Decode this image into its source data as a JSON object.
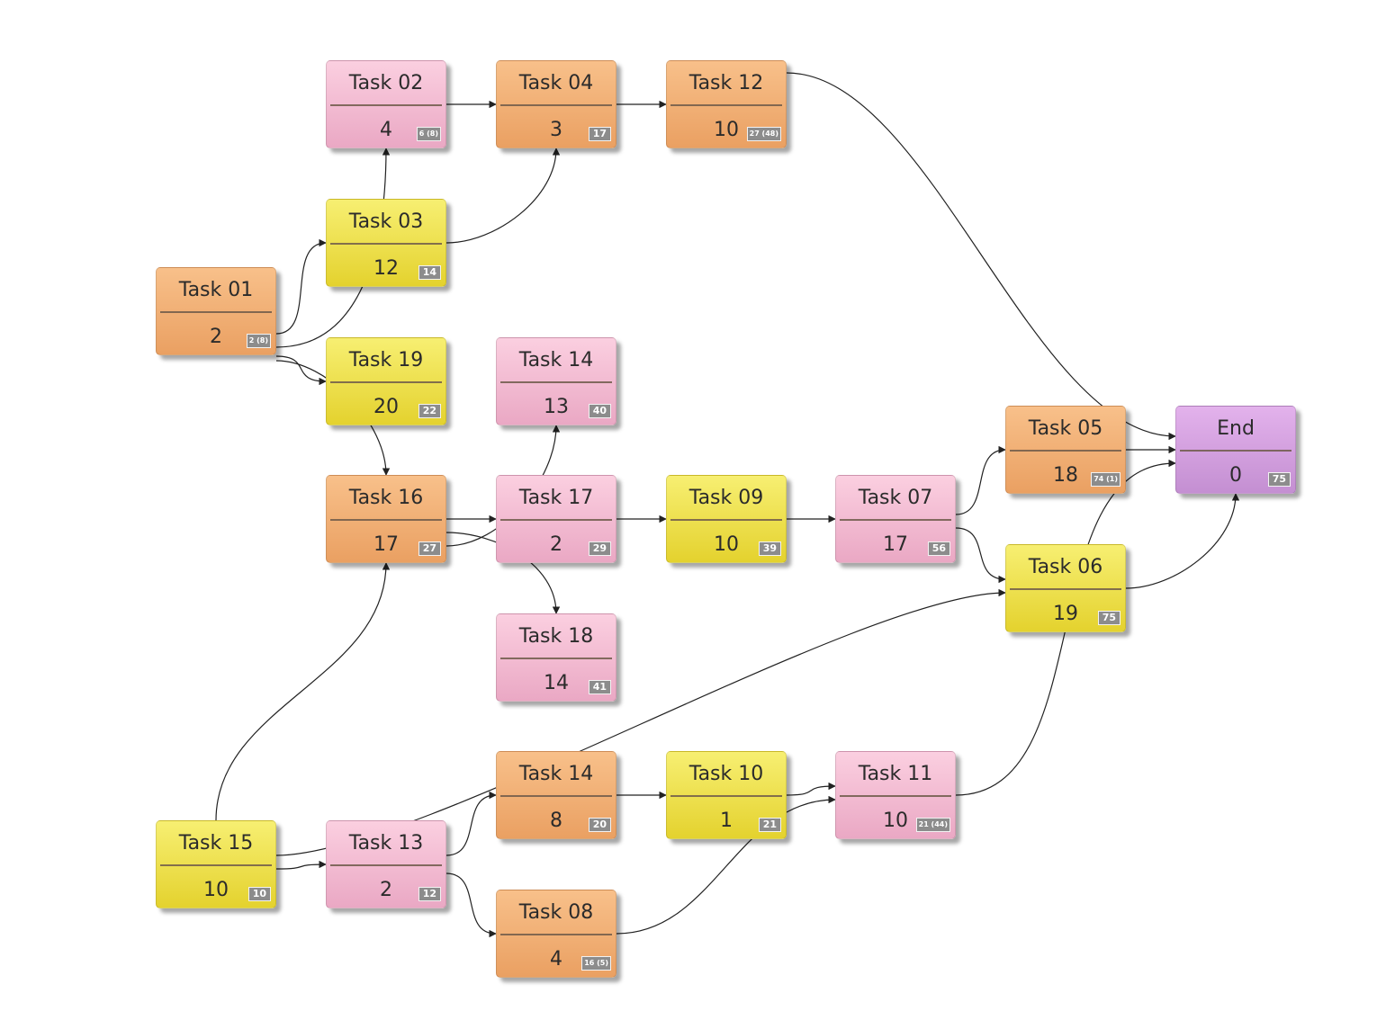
{
  "colors": {
    "orange": "#eaa062",
    "pink": "#eaa8c4",
    "yellow": "#e4d22e",
    "purple": "#c48fd2",
    "badge": "#8c8c8c",
    "connector": "#222222"
  },
  "nodes": [
    {
      "id": "t01",
      "title": "Task 01",
      "value": "2",
      "badge": "2 (8)",
      "color": "orange"
    },
    {
      "id": "t02",
      "title": "Task 02",
      "value": "4",
      "badge": "6 (8)",
      "color": "pink"
    },
    {
      "id": "t03",
      "title": "Task 03",
      "value": "12",
      "badge": "14",
      "color": "yellow"
    },
    {
      "id": "t19",
      "title": "Task 19",
      "value": "20",
      "badge": "22",
      "color": "yellow"
    },
    {
      "id": "t16",
      "title": "Task 16",
      "value": "17",
      "badge": "27",
      "color": "orange"
    },
    {
      "id": "t04",
      "title": "Task 04",
      "value": "3",
      "badge": "17",
      "color": "orange"
    },
    {
      "id": "t14a",
      "title": "Task 14",
      "value": "13",
      "badge": "40",
      "color": "pink"
    },
    {
      "id": "t17",
      "title": "Task 17",
      "value": "2",
      "badge": "29",
      "color": "pink"
    },
    {
      "id": "t18",
      "title": "Task 18",
      "value": "14",
      "badge": "41",
      "color": "pink"
    },
    {
      "id": "t12",
      "title": "Task 12",
      "value": "10",
      "badge": "27 (48)",
      "color": "orange"
    },
    {
      "id": "t09",
      "title": "Task 09",
      "value": "10",
      "badge": "39",
      "color": "yellow"
    },
    {
      "id": "t07",
      "title": "Task 07",
      "value": "17",
      "badge": "56",
      "color": "pink"
    },
    {
      "id": "t05",
      "title": "Task 05",
      "value": "18",
      "badge": "74 (1)",
      "color": "orange"
    },
    {
      "id": "t06",
      "title": "Task 06",
      "value": "19",
      "badge": "75",
      "color": "yellow"
    },
    {
      "id": "end",
      "title": "End",
      "value": "0",
      "badge": "75",
      "color": "purple"
    },
    {
      "id": "t15",
      "title": "Task 15",
      "value": "10",
      "badge": "10",
      "color": "yellow"
    },
    {
      "id": "t13",
      "title": "Task 13",
      "value": "2",
      "badge": "12",
      "color": "pink"
    },
    {
      "id": "t14b",
      "title": "Task 14",
      "value": "8",
      "badge": "20",
      "color": "orange"
    },
    {
      "id": "t08",
      "title": "Task 08",
      "value": "4",
      "badge": "16 (5)",
      "color": "orange"
    },
    {
      "id": "t10",
      "title": "Task 10",
      "value": "1",
      "badge": "21",
      "color": "yellow"
    },
    {
      "id": "t11",
      "title": "Task 11",
      "value": "10",
      "badge": "21 (44)",
      "color": "pink"
    }
  ],
  "edges": [
    {
      "from": "t01",
      "to": "t02"
    },
    {
      "from": "t01",
      "to": "t03"
    },
    {
      "from": "t01",
      "to": "t19"
    },
    {
      "from": "t01",
      "to": "t16"
    },
    {
      "from": "t02",
      "to": "t04"
    },
    {
      "from": "t03",
      "to": "t04"
    },
    {
      "from": "t04",
      "to": "t12"
    },
    {
      "from": "t12",
      "to": "end"
    },
    {
      "from": "t16",
      "to": "t14a"
    },
    {
      "from": "t16",
      "to": "t17"
    },
    {
      "from": "t16",
      "to": "t18"
    },
    {
      "from": "t17",
      "to": "t09"
    },
    {
      "from": "t09",
      "to": "t07"
    },
    {
      "from": "t07",
      "to": "t05"
    },
    {
      "from": "t07",
      "to": "t06"
    },
    {
      "from": "t05",
      "to": "end"
    },
    {
      "from": "t06",
      "to": "end"
    },
    {
      "from": "t15",
      "to": "t16"
    },
    {
      "from": "t15",
      "to": "t13"
    },
    {
      "from": "t15",
      "to": "t06"
    },
    {
      "from": "t13",
      "to": "t14b"
    },
    {
      "from": "t13",
      "to": "t08"
    },
    {
      "from": "t14b",
      "to": "t10"
    },
    {
      "from": "t10",
      "to": "t11"
    },
    {
      "from": "t08",
      "to": "t11"
    },
    {
      "from": "t11",
      "to": "end"
    }
  ]
}
